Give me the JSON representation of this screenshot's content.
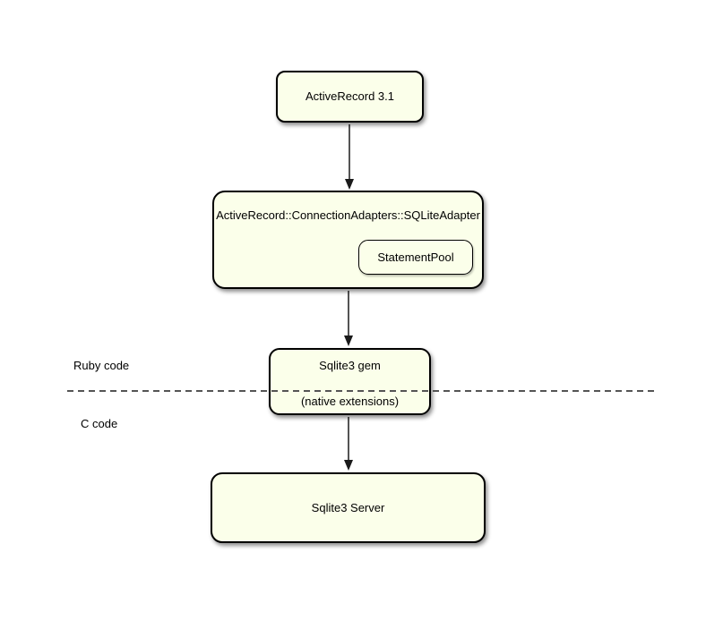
{
  "diagram": {
    "nodes": {
      "activerecord": {
        "label": "ActiveRecord 3.1"
      },
      "adapter": {
        "label": "ActiveRecord::ConnectionAdapters::SQLiteAdapter"
      },
      "statement_pool": {
        "label": "StatementPool"
      },
      "sqlite3_gem": {
        "label": "Sqlite3 gem",
        "sublabel": "(native extensions)"
      },
      "sqlite3_server": {
        "label": "Sqlite3 Server"
      }
    },
    "annotations": {
      "above_boundary": "Ruby code",
      "below_boundary": "C code"
    },
    "colors": {
      "node_fill": "#FBFFEA",
      "node_border": "#000000",
      "arrow": "#1A1A1A",
      "dashed_line": "#555555",
      "text": "#000000"
    }
  }
}
